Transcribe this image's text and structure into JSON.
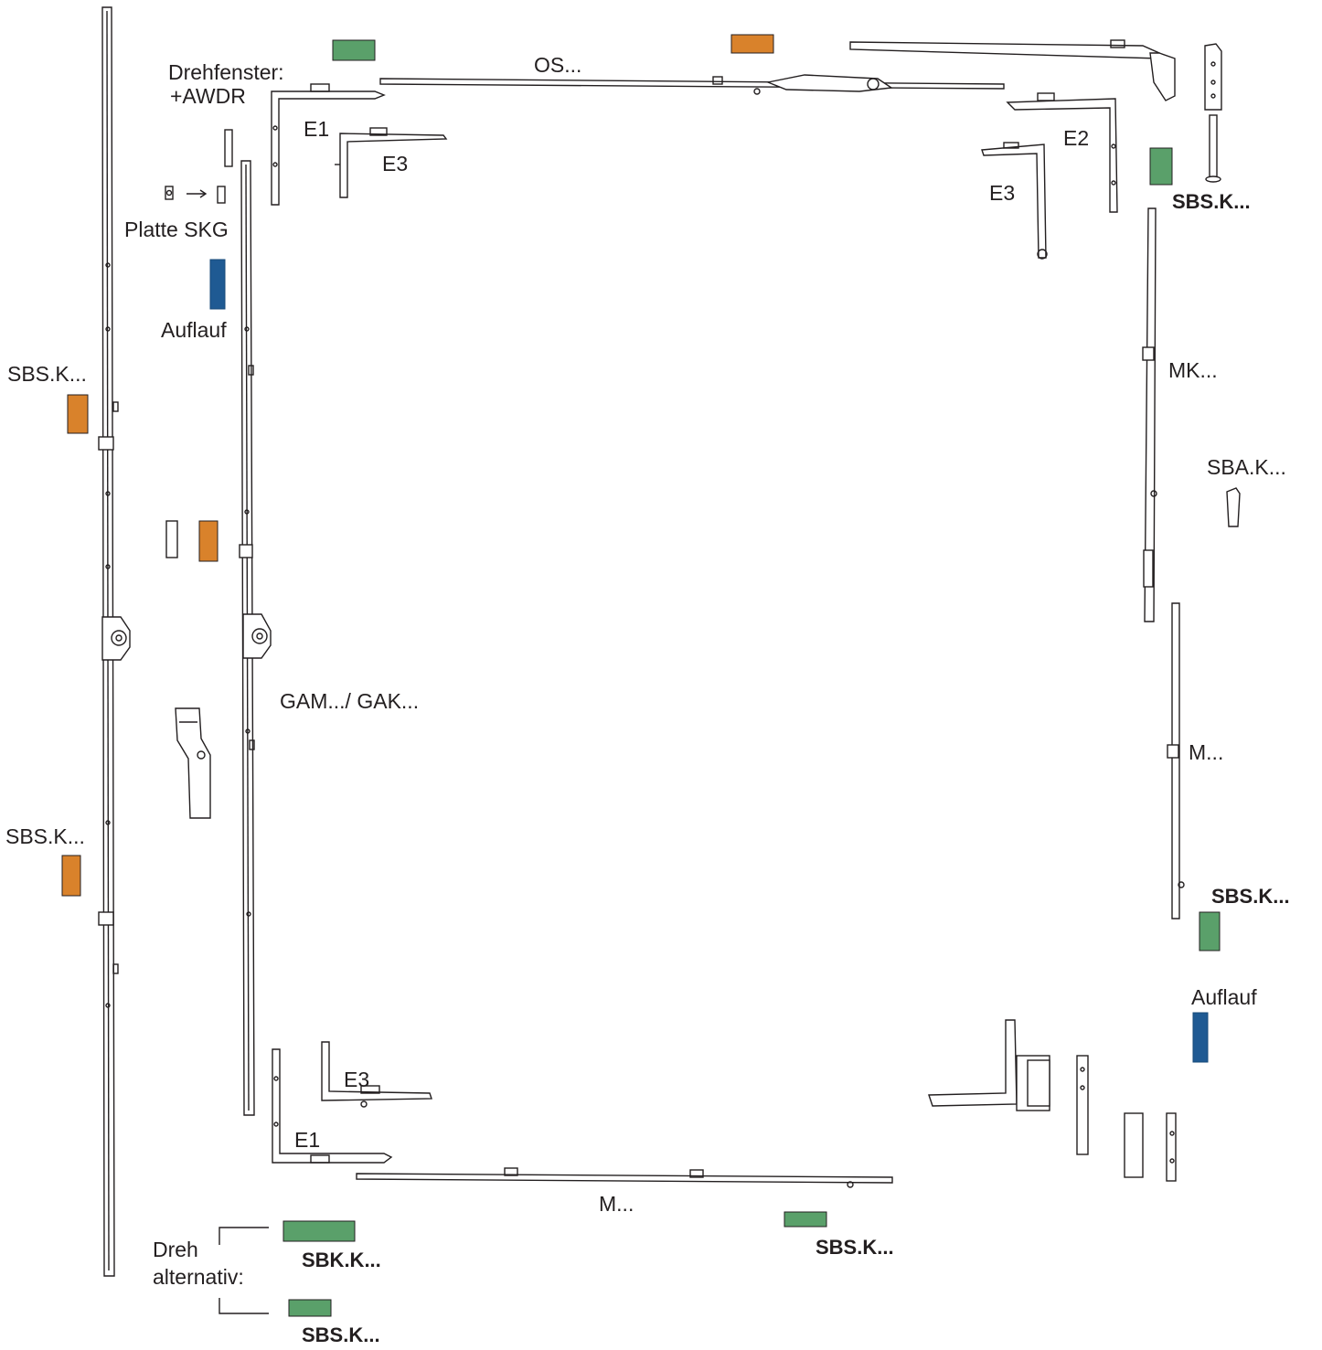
{
  "labels": {
    "drehfenster": "Drehfenster:",
    "awdr": "+AWDR",
    "os": "OS...",
    "e1_top": "E1",
    "e3_top_left": "E3",
    "e2": "E2",
    "e3_top_right": "E3",
    "sbs_top_right": "SBS.K...",
    "platte_skg": "Platte SKG",
    "auflauf_left": "Auflauf",
    "sbs_left_upper": "SBS.K...",
    "mk": "MK...",
    "sba": "SBA.K...",
    "gam_gak": "GAM.../ GAK...",
    "m_right": "M...",
    "sbs_left_lower": "SBS.K...",
    "sbs_right_mid": "SBS.K...",
    "auflauf_right": "Auflauf",
    "e3_bottom": "E3",
    "e1_bottom": "E1",
    "m_bottom": "M...",
    "sbs_bottom_mid": "SBS.K...",
    "dreh": "Dreh",
    "alternativ": "alternativ:",
    "sbk": "SBK.K...",
    "sbs_bottom_left": "SBS.K..."
  },
  "colors": {
    "line": "#231f20",
    "orange": "#d9822b",
    "green": "#5aa06a",
    "blue": "#1f5a93"
  },
  "icons": [
    "arrow-right-icon"
  ]
}
